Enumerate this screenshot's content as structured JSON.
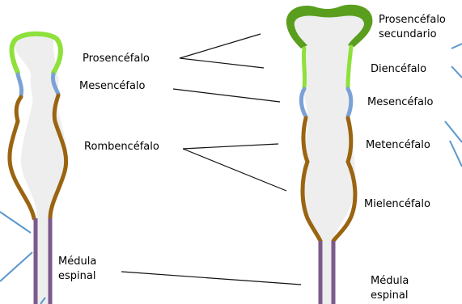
{
  "labels": {
    "left_prosencefalo": "Prosencéfalo",
    "left_mesencefalo": "Mesencéfalo",
    "left_rombencefalo": "Rombencéfalo",
    "left_medula_line1": "Médula",
    "left_medula_line2": "espinal",
    "right_prosencefalo_line1": "Prosencéfalo",
    "right_prosencefalo_line2": "secundario",
    "right_diencefalo": "Diencéfalo",
    "right_mesencefalo": "Mesencéfalo",
    "right_metencefalo": "Metencéfalo",
    "right_mielencefalo": "Mielencéfalo",
    "right_medula_line1": "Médula",
    "right_medula_line2": "espinal"
  },
  "colors": {
    "prosencephalon_dark": "#5a9e1e",
    "prosencephalon_light": "#8ee03a",
    "mesencephalon": "#7aa2d6",
    "rhombencephalon": "#9a6411",
    "spinal_cord": "#7b5a8c",
    "lumen": "#eeeeee",
    "leader_line": "#111111",
    "blue_leader": "#5b97cc"
  }
}
